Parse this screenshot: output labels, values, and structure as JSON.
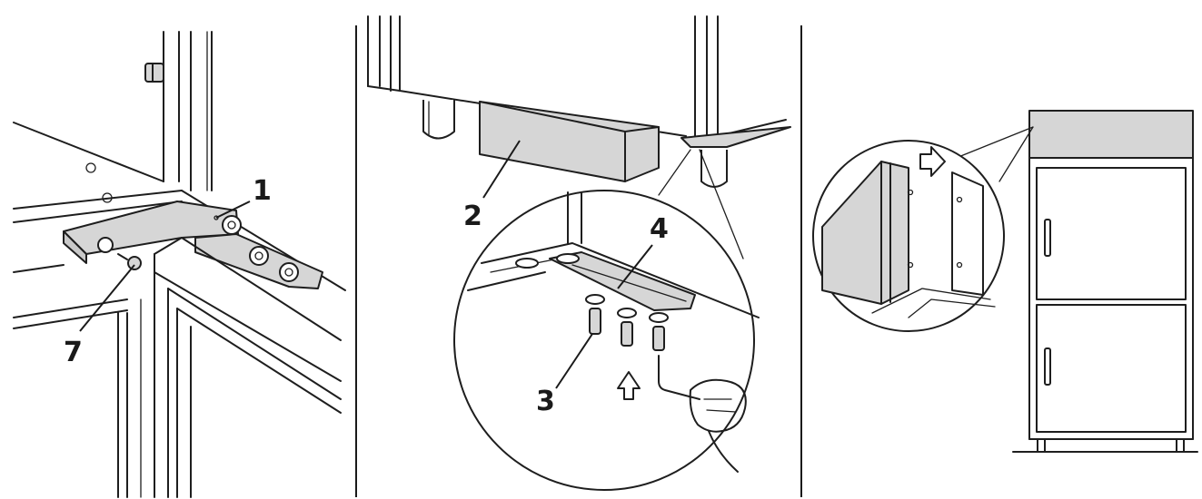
{
  "callouts": {
    "c1": "1",
    "c2": "2",
    "c3": "3",
    "c4": "4",
    "c7": "7"
  },
  "colors": {
    "line": "#1e1e1e",
    "fill_gray": "#d6d6d6",
    "background": "#ffffff"
  }
}
